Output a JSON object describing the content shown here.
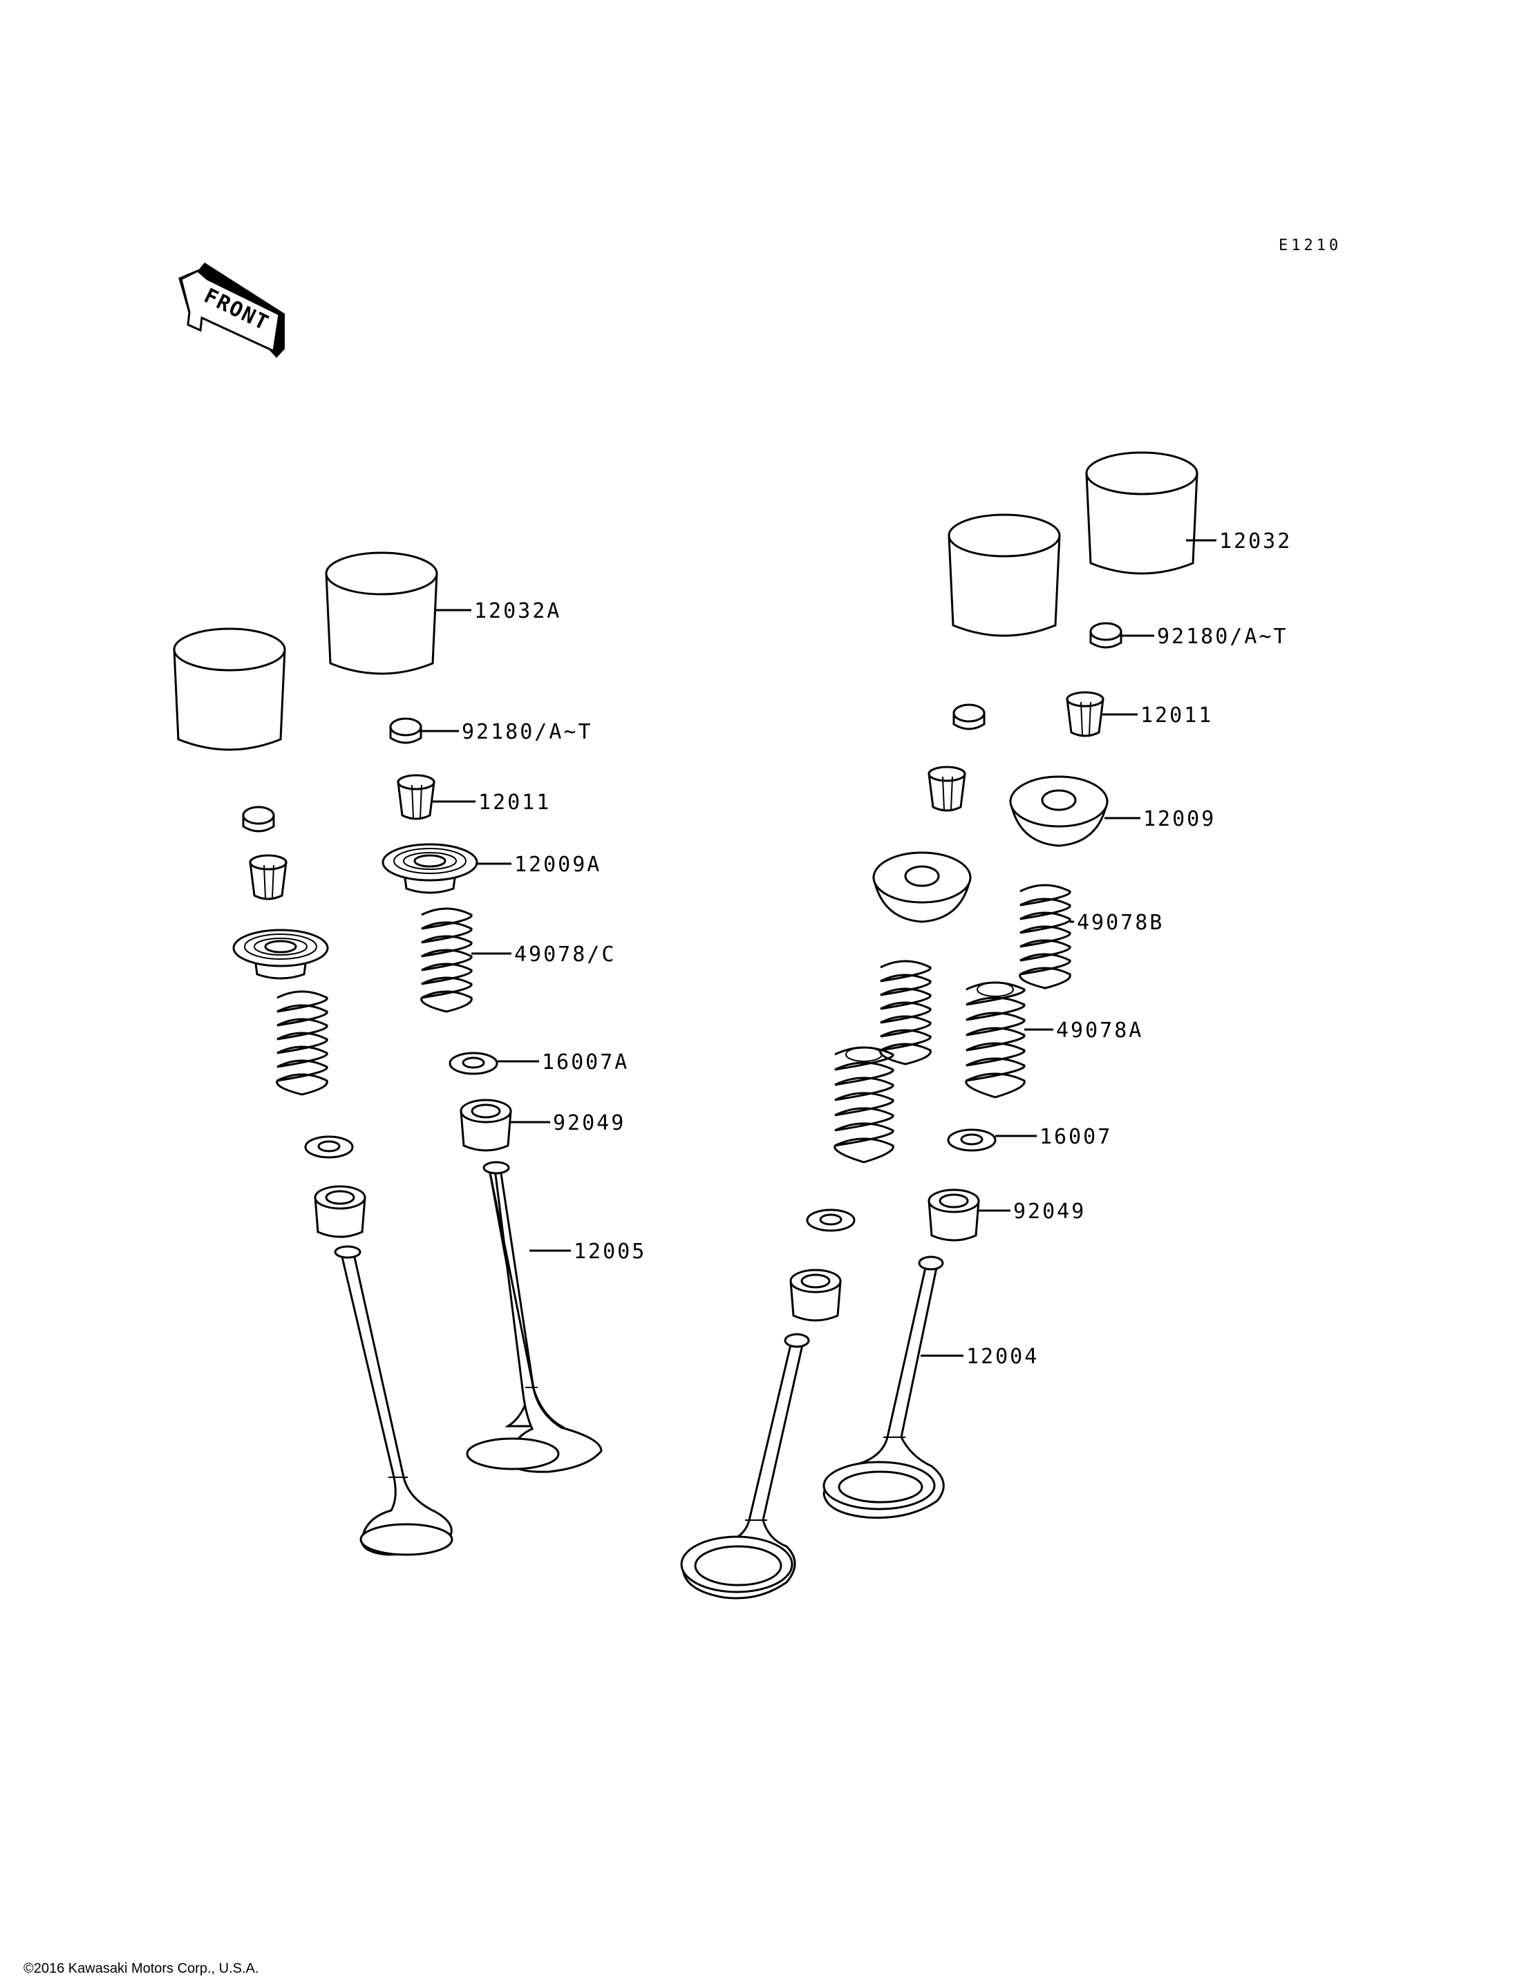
{
  "diagram": {
    "reference_code": "E1210",
    "orientation_arrow": {
      "label": "FRONT"
    },
    "copyright": "©2016 Kawasaki Motors Corp., U.S.A.",
    "left_callouts": [
      {
        "id": "c-12032a",
        "text": "12032A",
        "part": "valve lifter"
      },
      {
        "id": "c-92180-left",
        "text": "92180/A~T",
        "part": "shim"
      },
      {
        "id": "c-12011-left",
        "text": "12011",
        "part": "valve cotter"
      },
      {
        "id": "c-12009a",
        "text": "12009A",
        "part": "spring retainer"
      },
      {
        "id": "c-49078c",
        "text": "49078/C",
        "part": "valve spring"
      },
      {
        "id": "c-16007a",
        "text": "16007A",
        "part": "spring seat"
      },
      {
        "id": "c-92049-left",
        "text": "92049",
        "part": "valve stem seal"
      },
      {
        "id": "c-12005",
        "text": "12005",
        "part": "exhaust valve"
      }
    ],
    "right_callouts": [
      {
        "id": "c-12032",
        "text": "12032",
        "part": "valve lifter"
      },
      {
        "id": "c-92180-right",
        "text": "92180/A~T",
        "part": "shim"
      },
      {
        "id": "c-12011-right",
        "text": "12011",
        "part": "valve cotter"
      },
      {
        "id": "c-12009",
        "text": "12009",
        "part": "spring retainer"
      },
      {
        "id": "c-49078b",
        "text": "49078B",
        "part": "inner valve spring"
      },
      {
        "id": "c-49078a",
        "text": "49078A",
        "part": "outer valve spring"
      },
      {
        "id": "c-16007",
        "text": "16007",
        "part": "spring seat"
      },
      {
        "id": "c-92049-right",
        "text": "92049",
        "part": "valve stem seal"
      },
      {
        "id": "c-12004",
        "text": "12004",
        "part": "intake valve"
      }
    ]
  }
}
